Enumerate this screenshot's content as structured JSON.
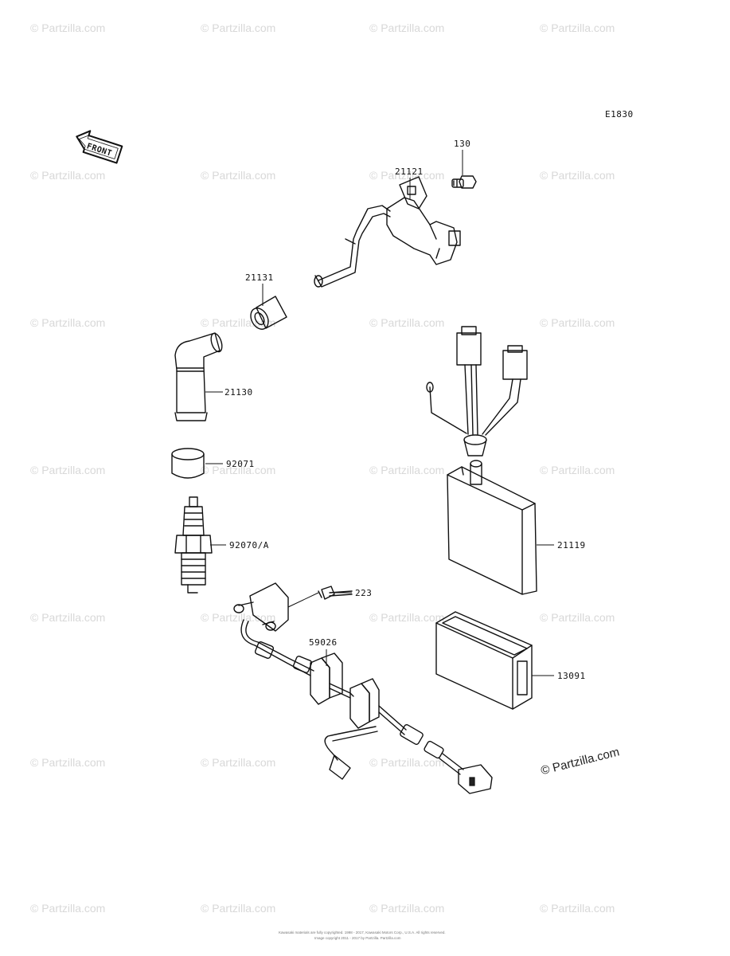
{
  "diagram_code": "E1830",
  "front_label": "FRONT",
  "watermark_text": "© Partzilla.com",
  "copyright_text": "© Partzilla.com",
  "footer_lines": [
    "Kawasaki materials are fully copyrighted. 1998 - 2017, Kawasaki Motors Corp., U.S.A. All rights reserved.",
    "Image copyright 2011 - 2017 by Partzilla. Partzilla.com"
  ],
  "part_numbers": {
    "p130": "130",
    "p21121": "21121",
    "p21131": "21131",
    "p21130": "21130",
    "p92071": "92071",
    "p92070": "92070/A",
    "p223": "223",
    "p59026": "59026",
    "p21119": "21119",
    "p13091": "13091"
  },
  "colors": {
    "ink": "#111111",
    "watermark": "#d8d8d8"
  }
}
